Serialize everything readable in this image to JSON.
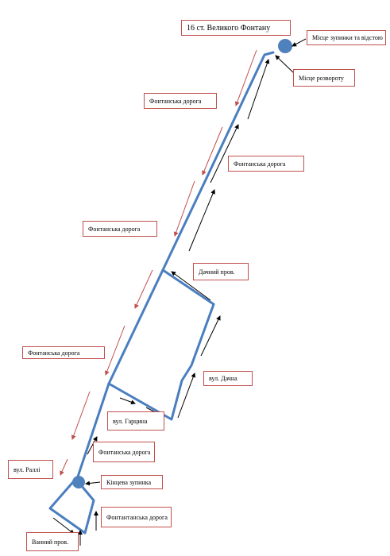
{
  "map": {
    "title": "16 ст. Великого Фонтану",
    "legend": {
      "stop_and_layover": "Місце зупинки та відстою",
      "turnaround": "Місце розвороту",
      "final_stop": "Кінцева зупинка"
    },
    "streets": {
      "fontanska_1": "Фонтанська дорога",
      "fontanska_2": "Фонтанська дорога",
      "fontanska_3": "Фонтанська дорога",
      "fontanska_4": "Фонтанська дорога",
      "fontanska_5": "Фонтанська дорога",
      "fontantanska": "Фонтантанська дорога",
      "dachnyi_prov": "Дачний пров.",
      "vul_dachna": "вул. Дачна",
      "vul_gartsyna": "вул. Гарцина",
      "vul_ralli": "вул. Раллі",
      "vannyi_prov": "Ванний пров."
    },
    "colors": {
      "route": "#4a7ebf",
      "stop_marker": "#4f81bd",
      "outbound_arrow": "#c0504d",
      "inbound_arrow": "#000000",
      "label_border": "#c0504d"
    }
  }
}
